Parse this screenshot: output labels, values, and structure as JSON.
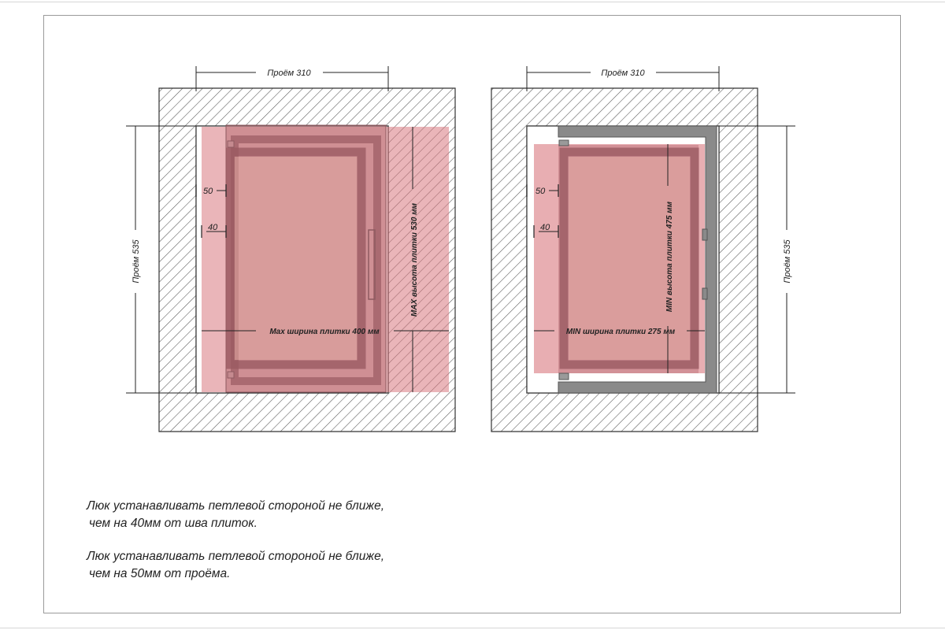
{
  "left": {
    "opening_width": "Проём 310",
    "opening_height": "Проём 535",
    "offset_50": "50",
    "offset_40": "40",
    "tile_width": "Max ширина плитки 400 мм",
    "tile_height": "MAX высота плитки 530 мм"
  },
  "right": {
    "opening_width": "Проём 310",
    "opening_height": "Проём 535",
    "offset_50": "50",
    "offset_40": "40",
    "tile_width": "MIN ширина плитки 275 мм",
    "tile_height": "MIN высота плитки 475 мм"
  },
  "notes": [
    {
      "line1": "Люк устанавливать петлевой стороной не ближе,",
      "line2": "чем на 40мм от шва плиток."
    },
    {
      "line1": "Люк устанавливать петлевой стороной не ближе,",
      "line2": "чем на 50мм от проёма."
    }
  ],
  "colors": {
    "tile_fill": "#d9787f",
    "frame": "#9a5a62",
    "wall_hatch": "#555555",
    "steel": "#8a8a8a"
  }
}
